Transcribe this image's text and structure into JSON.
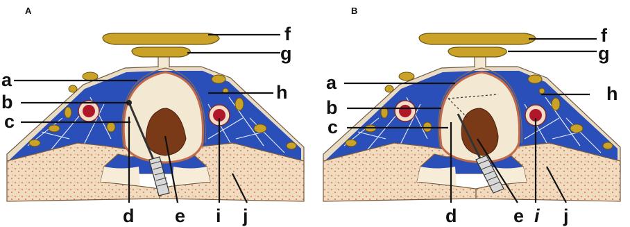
{
  "panels": [
    {
      "letter": "A",
      "labels": {
        "a": "a",
        "b": "b",
        "c": "c",
        "d": "d",
        "e": "e",
        "f": "f",
        "g": "g",
        "h": "h",
        "i": "i",
        "j": "j"
      }
    },
    {
      "letter": "B",
      "labels": {
        "a": "a",
        "b": "b",
        "c": "c",
        "d": "d",
        "e": "e",
        "f": "f",
        "g": "g",
        "h": "h",
        "i": "i",
        "j": "j"
      }
    }
  ],
  "colors": {
    "muscle_blue": "#2a4fb8",
    "fat_yellow": "#c9a227",
    "bone": "#f2e2c4",
    "bone_marrow": "#e6b89a",
    "vessel_red": "#b0182a",
    "sac_fill": "#f3e8d2",
    "sac_lining": "#e08a6a",
    "mass_brown": "#7a3a18",
    "skin": "#eadcc4"
  },
  "italic_labels": {
    "panel_A": [],
    "panel_B": [
      "i"
    ]
  }
}
